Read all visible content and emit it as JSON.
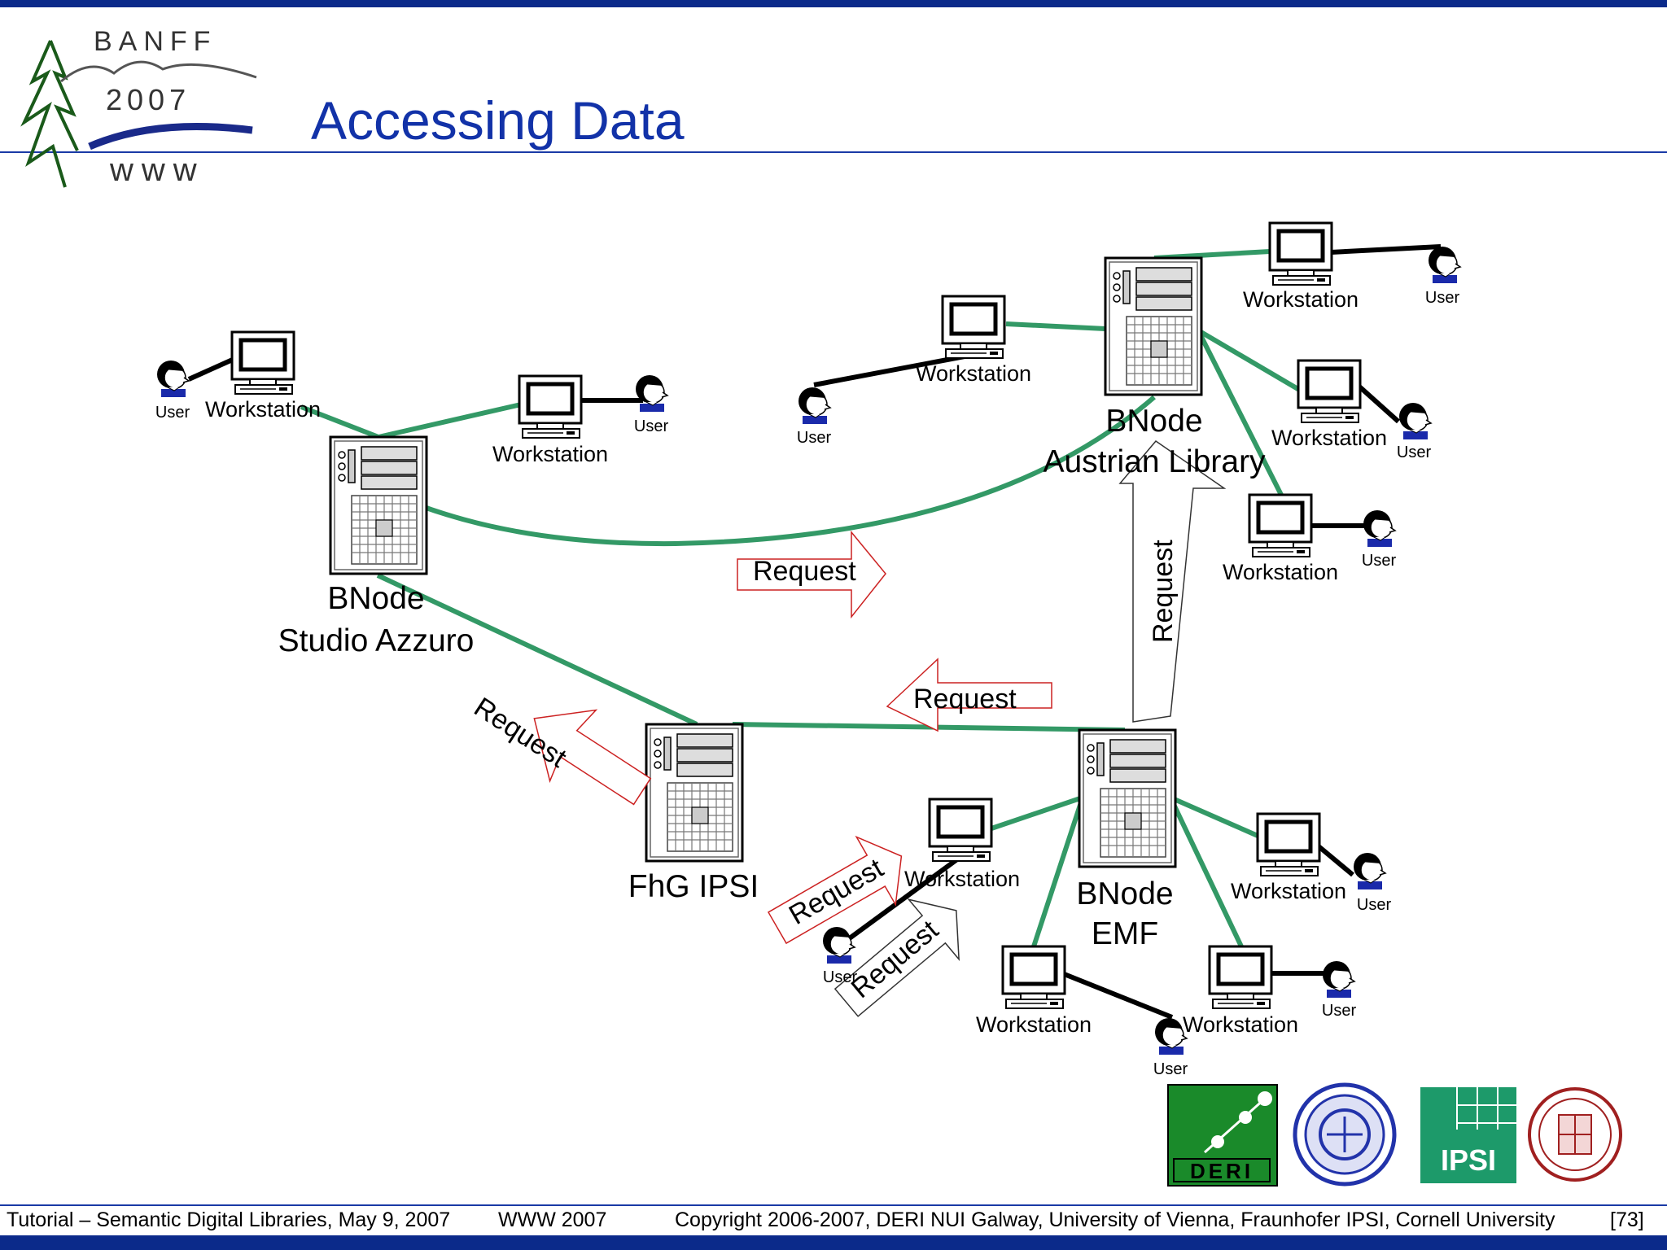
{
  "slide": {
    "title": "Accessing Data",
    "logo_text": {
      "top": "BANFF",
      "year": "2007",
      "bottom": "www"
    }
  },
  "diagram": {
    "labels": {
      "workstation": "Workstation",
      "user": "User",
      "request": "Request",
      "bnode_studio": [
        "BNode",
        "Studio Azzuro"
      ],
      "bnode_austrian": [
        "BNode",
        "Austrian Library"
      ],
      "bnode_emf": [
        "BNode",
        "EMF"
      ],
      "fhg_ipsi": "FhG IPSI"
    },
    "partner_logos": {
      "deri": "DERI",
      "ipsi": "IPSI"
    },
    "colors": {
      "link": "#339966",
      "user_link": "#000000",
      "request_border": "#cc2222",
      "request_border_alt": "#333333",
      "deri_bg": "#1a8a2a",
      "ipsi_bg": "#1d9a6a",
      "vienna": "#2233aa",
      "cornell": "#a02020"
    }
  },
  "footer": {
    "tutorial": "Tutorial – Semantic Digital Libraries, May 9, 2007",
    "event": "WWW 2007",
    "copyright": "Copyright 2006-2007, DERI NUI Galway, University of Vienna, Fraunhofer IPSI, Cornell University",
    "page": "[73]"
  }
}
